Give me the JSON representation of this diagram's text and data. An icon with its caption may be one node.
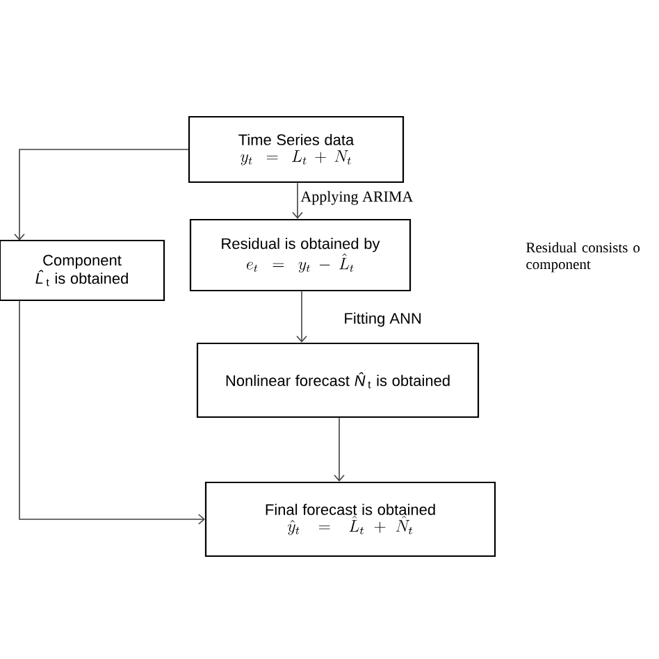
{
  "diagram": {
    "nodes": [
      {
        "text": [
          "Time Series data",
          "y_{t} = L_{t} + N_{t}"
        ]
      },
      {
        "text": [
          "Residual is obtained by",
          "e_{t} = y_{t} - \\hat{L}_{t}"
        ]
      },
      {
        "text": [
          "Component",
          "*L̂*$_{t}$ is obtained"
        ]
      },
      {
        "text": [
          "Nonlinear forecast *N̂*$_{t}$ is obtained"
        ]
      },
      {
        "text": [
          "Final forecast is obtained",
          "\\hat{y}_{t} = \\hat{L}_{t} + \\hat{N}_{t}"
        ]
      }
    ],
    "edges": [
      {
        "from": 0,
        "to": 1,
        "arrow": "to",
        "label": "Applying ARIMA"
      },
      {
        "from": 0,
        "to": 2,
        "arrow": "to"
      },
      {
        "from": 1,
        "to": 3,
        "arrow": "to",
        "label": "Fitting ANN"
      },
      {
        "from": 3,
        "to": 4,
        "arrow": "to"
      },
      {
        "from": 2,
        "to": 4,
        "arrow": "to"
      }
    ],
    "labels": [
      "Residual consists o component"
    ]
  }
}
